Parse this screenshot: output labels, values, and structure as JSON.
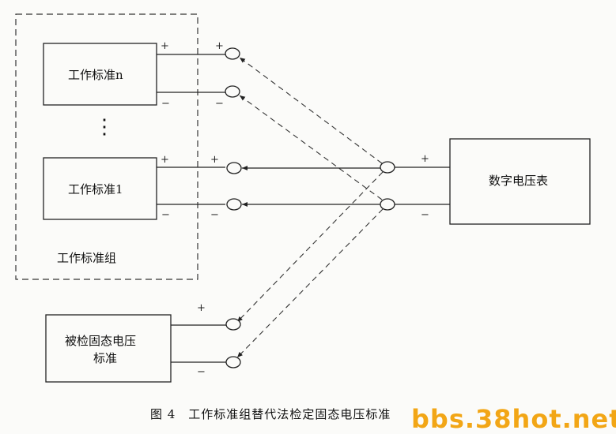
{
  "labels": {
    "standard_n": "工作标准n",
    "standard_1": "工作标准1",
    "dots": "⋮",
    "group": "工作标准组",
    "dvm": "数字电压表",
    "dut_line1": "被检固态电压",
    "dut_line2": "标准",
    "plus": "+",
    "minus": "−"
  },
  "caption": "图 4　工作标准组替代法检定固态电压标准",
  "watermark": "bbs.38hot.net"
}
